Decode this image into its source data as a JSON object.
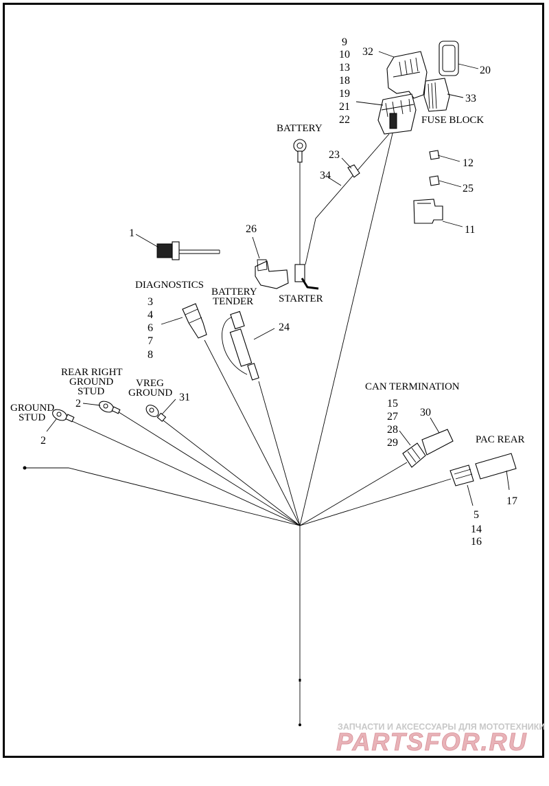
{
  "labels": {
    "fuse_block": "FUSE BLOCK",
    "battery": "BATTERY",
    "starter": "STARTER",
    "diagnostics": "DIAGNOSTICS",
    "battery_tender_1": "BATTERY",
    "battery_tender_2": "TENDER",
    "rear_right_1": "REAR RIGHT",
    "rear_right_2": "GROUND",
    "rear_right_3": "STUD",
    "vreg_1": "VREG",
    "vreg_2": "GROUND",
    "ground_stud_1": "GROUND",
    "ground_stud_2": "STUD",
    "can_termination": "CAN TERMINATION",
    "pac_rear": "PAC REAR"
  },
  "callouts": {
    "n9": "9",
    "n10": "10",
    "n13": "13",
    "n18": "18",
    "n19": "19",
    "n21": "21",
    "n22": "22",
    "n32": "32",
    "n20": "20",
    "n33": "33",
    "n12": "12",
    "n25": "25",
    "n11": "11",
    "n23": "23",
    "n34": "34",
    "n1": "1",
    "n26": "26",
    "n24": "24",
    "n3": "3",
    "n4": "4",
    "n6": "6",
    "n7": "7",
    "n8": "8",
    "n2a": "2",
    "n31": "31",
    "n2b": "2",
    "n15": "15",
    "n27": "27",
    "n28": "28",
    "n29": "29",
    "n30": "30",
    "n17": "17",
    "n5": "5",
    "n14": "14",
    "n16": "16"
  },
  "watermark": {
    "line1": "ЗАПЧАСТИ И АКСЕССУАРЫ ДЛЯ МОТОТЕХНИКИ",
    "line2": "PARTSFOR.RU"
  }
}
